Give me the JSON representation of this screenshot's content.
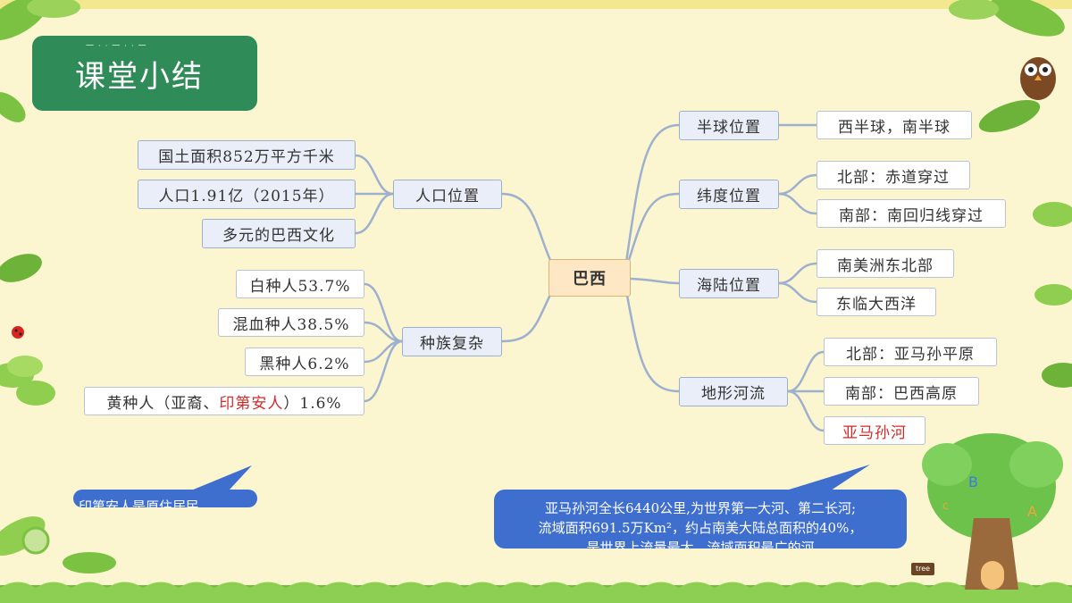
{
  "title": {
    "text": "课堂小结",
    "deco": "一 · · 一 · · 一"
  },
  "center": {
    "label": "巴西"
  },
  "left_branches": [
    {
      "label": "人口位置",
      "children": [
        {
          "text": "国土面积852万平方千米"
        },
        {
          "text": "人口1.91亿（2015年）"
        },
        {
          "text": "多元的巴西文化"
        }
      ]
    },
    {
      "label": "种族复杂",
      "children": [
        {
          "text": "白种人53.7%"
        },
        {
          "text": "混血种人38.5%"
        },
        {
          "text": "黑种人6.2%"
        },
        {
          "prefix": "黄种人（亚裔、",
          "highlight": "印第安人",
          "suffix": "）1.6%"
        }
      ]
    }
  ],
  "right_branches": [
    {
      "label": "半球位置",
      "children": [
        {
          "text": "西半球，南半球"
        }
      ]
    },
    {
      "label": "纬度位置",
      "children": [
        {
          "text": "北部：赤道穿过"
        },
        {
          "text": "南部：南回归线穿过"
        }
      ]
    },
    {
      "label": "海陆位置",
      "children": [
        {
          "text": "南美洲东北部"
        },
        {
          "text": "东临大西洋"
        }
      ]
    },
    {
      "label": "地形河流",
      "children": [
        {
          "text": "北部：亚马孙平原"
        },
        {
          "text": "南部：巴西高原"
        },
        {
          "text": "亚马孙河"
        }
      ]
    }
  ],
  "callouts": {
    "left": "印第安人是原住居民",
    "right_lines": [
      "亚马孙河全长6440公里,为世界第一大河、第二长河;",
      "流域面积691.5万Km²，约占南美大陆总面积的40%，",
      "是世界上流量最大、流域面积最广的河"
    ]
  },
  "tree_sign": "tree",
  "colors": {
    "title_bg": "#2f8b57",
    "callout_bg": "#3f6fce",
    "highlight": "#d12b2b",
    "link": "#9eb0cf"
  }
}
